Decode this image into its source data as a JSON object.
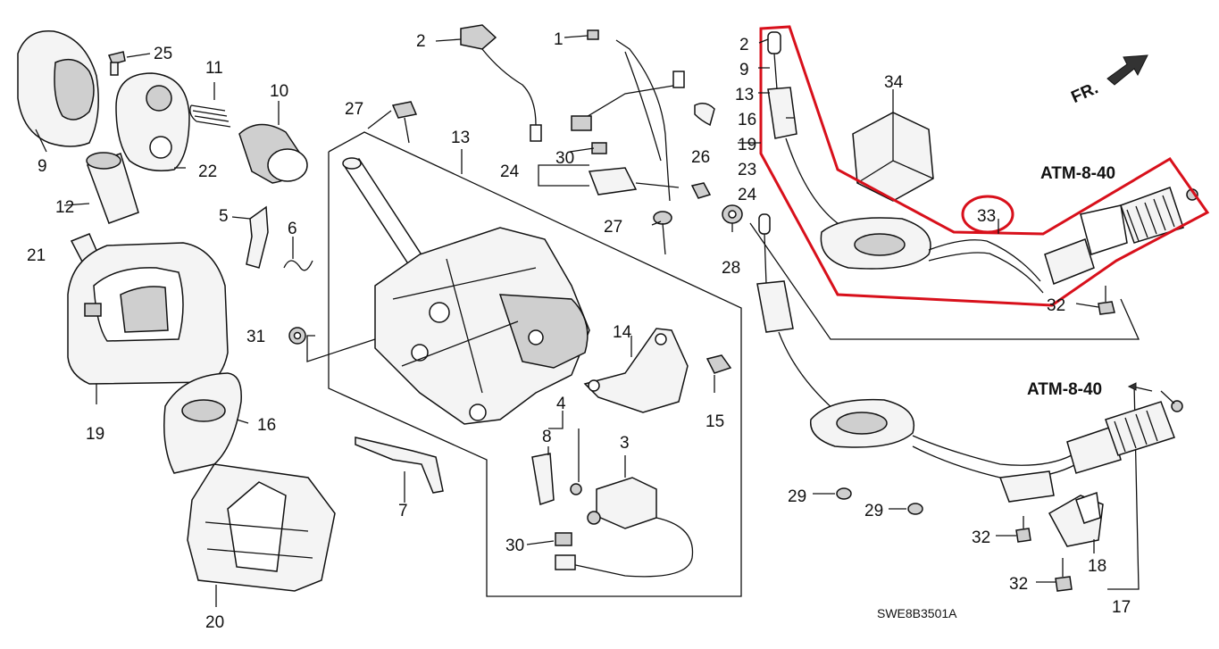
{
  "diagram": {
    "code": "SWE8B3501A",
    "direction_label": "FR.",
    "references": [
      "ATM-8-40",
      "ATM-8-40"
    ],
    "highlight_color": "#d8101b",
    "callouts": [
      "1",
      "2",
      "2",
      "3",
      "4",
      "5",
      "6",
      "7",
      "8",
      "9",
      "9",
      "10",
      "11",
      "12",
      "13",
      "13",
      "14",
      "15",
      "16",
      "16",
      "17",
      "18",
      "19",
      "19",
      "20",
      "21",
      "22",
      "23",
      "24",
      "24",
      "25",
      "26",
      "27",
      "27",
      "28",
      "29",
      "29",
      "30",
      "30",
      "31",
      "32",
      "32",
      "32",
      "33",
      "34"
    ]
  }
}
